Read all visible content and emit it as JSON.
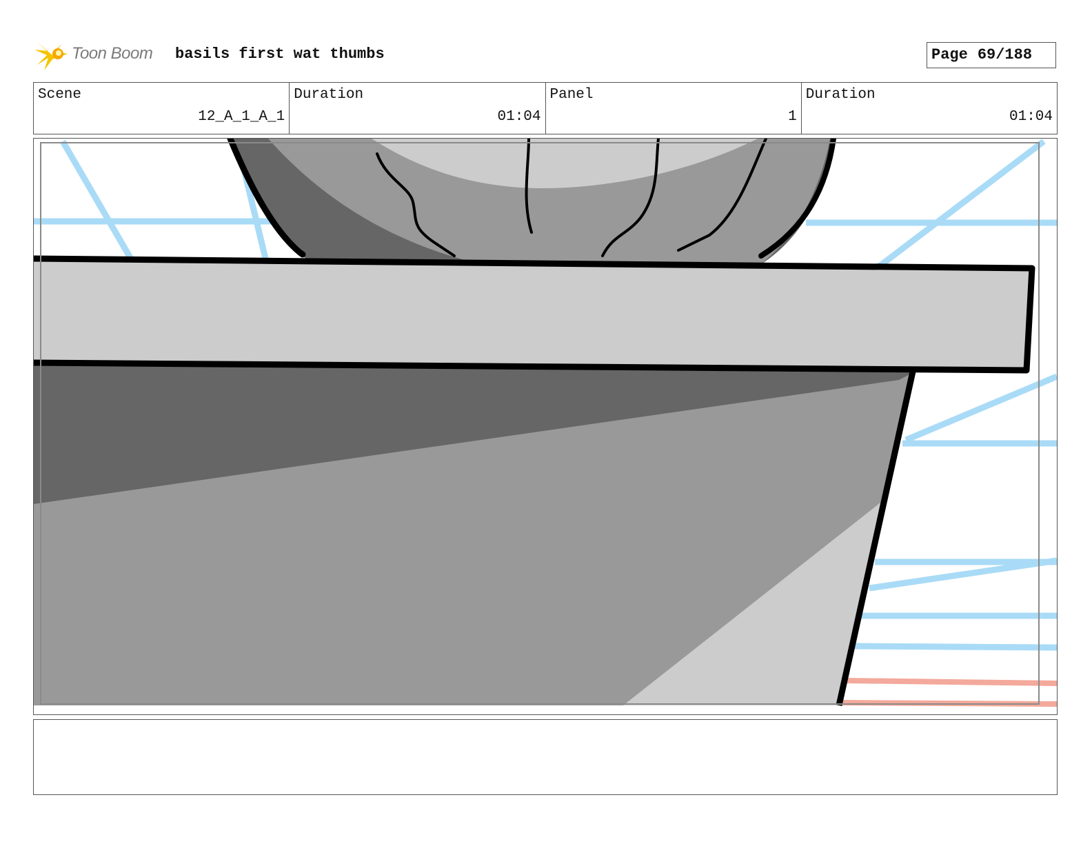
{
  "header": {
    "logo_text": "Toon Boom",
    "title": "basils first wat thumbs",
    "page_label": "Page",
    "page_number": "69/188"
  },
  "info": {
    "scene_label": "Scene",
    "scene_value": "12_A_1_A_1",
    "scene_duration_label": "Duration",
    "scene_duration_value": "01:04",
    "panel_label": "Panel",
    "panel_value": "1",
    "panel_duration_label": "Duration",
    "panel_duration_value": "01:04"
  },
  "colors": {
    "guide_blue": "#a9dbf7",
    "guide_red": "#f3a99b",
    "light_gray": "#cccccc",
    "mid_gray": "#999999",
    "dark_gray": "#666666",
    "ink": "#000000"
  },
  "notes": {
    "text": ""
  }
}
